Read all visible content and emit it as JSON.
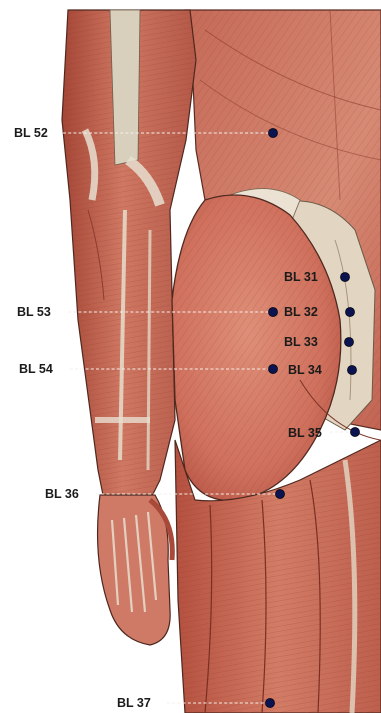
{
  "points": [
    {
      "id": "bl52",
      "label": "BL 52"
    },
    {
      "id": "bl31",
      "label": "BL 31"
    },
    {
      "id": "bl32",
      "label": "BL 32"
    },
    {
      "id": "bl53",
      "label": "BL 53"
    },
    {
      "id": "bl33",
      "label": "BL 33"
    },
    {
      "id": "bl54",
      "label": "BL 54"
    },
    {
      "id": "bl34",
      "label": "BL 34"
    },
    {
      "id": "bl35",
      "label": "BL 35"
    },
    {
      "id": "bl36",
      "label": "BL 36"
    },
    {
      "id": "bl37",
      "label": "BL 37"
    }
  ],
  "colors": {
    "point": "#0b1350",
    "muscle_dark": "#a8463a",
    "muscle_mid": "#c7685a",
    "muscle_light": "#dd9a86",
    "tendon": "#e6dccd",
    "bone": "#ddd4c2",
    "outline": "#4a2a22"
  }
}
